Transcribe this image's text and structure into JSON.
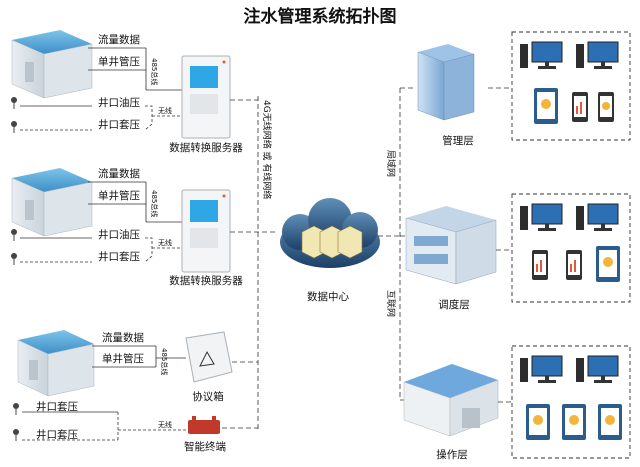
{
  "title": "注水管理系统拓扑图",
  "site_labels": {
    "flow_data": "流量数据",
    "single_well_pressure": "单井管压",
    "wellhead_oil_pressure": "井口油压",
    "wellhead_casing_pressure": "井口套压"
  },
  "link_labels": {
    "rs485": "485总线",
    "wireless": "无线",
    "network_4g": "4G无线网络 或 有线网络",
    "lan": "局域网",
    "internet": "互联网"
  },
  "devices": {
    "data_server": "数据转换服务器",
    "protocol_box": "协议箱",
    "smart_terminal": "智能终端",
    "data_center": "数据中心"
  },
  "layers": {
    "management": "管理层",
    "dispatch": "调度层",
    "operation": "操作层"
  }
}
